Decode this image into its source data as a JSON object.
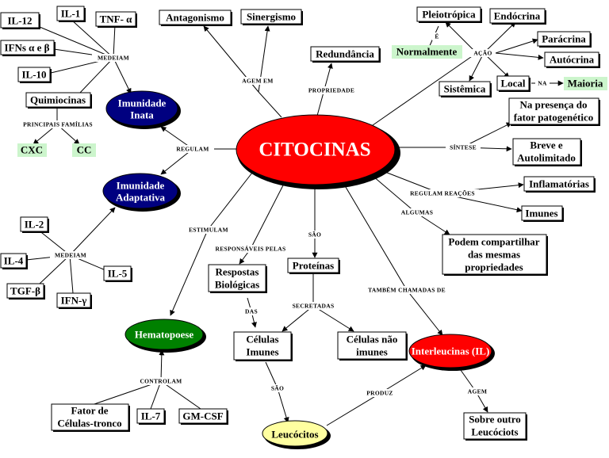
{
  "center": "CITOCINAS",
  "nodes": {
    "il12": "IL-12",
    "il1": "IL-1",
    "tnf": "TNF- α",
    "ifns": "IFNs α e β",
    "il10": "IL-10",
    "quimiocinas": "Quimiocinas",
    "cxc": "CXC",
    "cc": "CC",
    "imunidade_inata": [
      "Imunidade",
      "Inata"
    ],
    "imunidade_adaptativa": [
      "Imunidade",
      "Adaptativa"
    ],
    "antagonismo": "Antagonismo",
    "sinergismo": "Sinergismo",
    "redundancia": "Redundância",
    "pleiotropica": "Pleiotrópica",
    "endocrina": "Endócrina",
    "paracrina": "Parácrina",
    "autocrina": "Autócrina",
    "normalmente": "Normalmente",
    "sistemica": "Sistêmica",
    "local": "Local",
    "maioria": "Maioria",
    "na_presenca": [
      "Na presença do",
      "fator patogenético"
    ],
    "breve": [
      "Breve e",
      "Autolimitado"
    ],
    "inflamatorias": "Inflamatórias",
    "imunes": "Imunes",
    "podem": [
      "Podem compartilhar",
      "das mesmas",
      "propriedades"
    ],
    "il2": "IL-2",
    "il4": "IL-4",
    "il5": "IL-5",
    "tgf": "TGF-β",
    "ifng": "IFN-γ",
    "respostas": [
      "Respostas",
      "Biológicas"
    ],
    "proteinas": "Proteínas",
    "hematopoese": "Hematopoese",
    "celulas_imunes": [
      "Células",
      "Imunes"
    ],
    "celulas_nao": [
      "Células não",
      "imunes"
    ],
    "interleucinas": "Interleucinas (IL)",
    "fator": [
      "Fator de",
      "Células-tronco"
    ],
    "il7": "IL-7",
    "gmcsf": "GM-CSF",
    "leucocitos": "Leucócitos",
    "sobre_outro": [
      "Sobre outro",
      "Leucóciots"
    ]
  },
  "links": {
    "medeiam_top": "MEDEIAM",
    "principais": "PRINCIPAIS FAMÍLIAS",
    "regulam": "REGULAM",
    "agem_em": "AGEM EM",
    "propriedade": "PROPRIEDADE",
    "e": "É",
    "acao": "AÇÃO",
    "na": "NA",
    "sintese": "SÍNTESE",
    "regulam_reacoes": "REGULAM REAÇÕES",
    "algumas": "ALGUMAS",
    "medeiam_bottom": "MEDEIAM",
    "estimulam": "ESTIMULAM",
    "responsaveis": "RESPONSÁVEIS PELAS",
    "sao_top": "SÃO",
    "tambem": "TAMBÉM CHAMADAS DE",
    "das": "DAS",
    "secretadas": "SECRETADAS",
    "controlam": "CONTROLAM",
    "sao_bottom": "SÃO",
    "produz": "PRODUZ",
    "agem": "AGEM"
  },
  "colors": {
    "red": "#ff0000",
    "navy": "#000080",
    "green": "#008000",
    "yellow": "#ffffa0",
    "highlight": "#ccf5cc"
  }
}
